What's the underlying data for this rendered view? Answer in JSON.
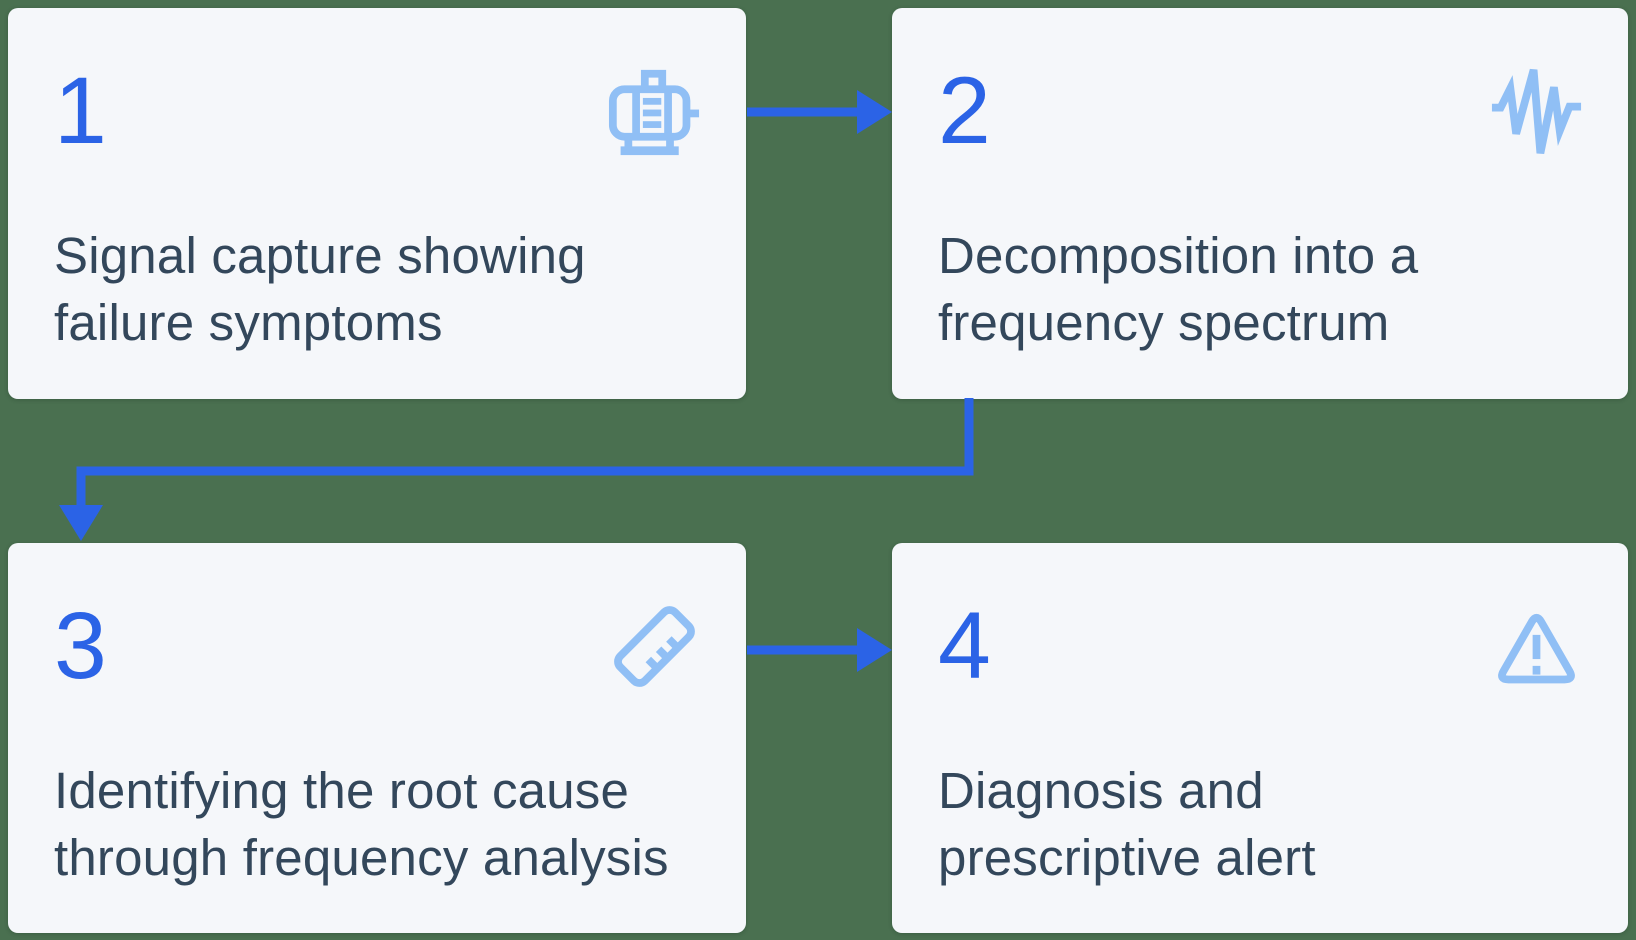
{
  "colors": {
    "background": "#4A7050",
    "card_bg": "#F5F7FA",
    "accent_blue": "#2B63E6",
    "icon_blue": "#90BFF5",
    "text_dark": "#33475B"
  },
  "steps": [
    {
      "number": "1",
      "label": "Signal capture showing\nfailure symptoms",
      "icon": "motor-icon"
    },
    {
      "number": "2",
      "label": "Decomposition into a\nfrequency spectrum",
      "icon": "waveform-icon"
    },
    {
      "number": "3",
      "label": "Identifying the root cause\nthrough frequency analysis",
      "icon": "ruler-icon"
    },
    {
      "number": "4",
      "label": "Diagnosis and\nprescriptive alert",
      "icon": "warning-triangle-icon"
    }
  ],
  "connectors": [
    {
      "from": "1",
      "to": "2",
      "type": "horizontal-arrow"
    },
    {
      "from": "2",
      "to": "3",
      "type": "elbow-arrow"
    },
    {
      "from": "3",
      "to": "4",
      "type": "horizontal-arrow"
    }
  ]
}
